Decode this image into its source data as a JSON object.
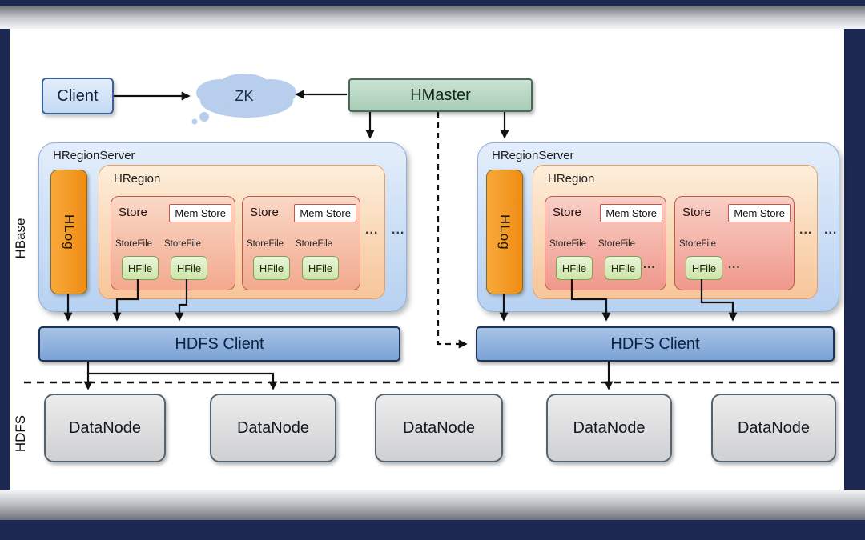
{
  "colors": {
    "frame_navy": "#1c2752",
    "client_fill": "#cfe0f6",
    "hmaster_fill": "#b6d6c2",
    "server_fill": "#c2d7f2",
    "hlog_fill": "#f3961e",
    "hregion_fill": "#f8d2a8",
    "store_fill": "#f5b49c",
    "hfile_fill": "#d9ecbe",
    "hdfs_client_fill": "#84a9d8",
    "datanode_fill": "#d8d8d8",
    "arrow": "#111111"
  },
  "side_labels": {
    "hbase": "HBase",
    "hdfs": "HDFS"
  },
  "top_row": {
    "client": "Client",
    "zk": "ZK",
    "hmaster": "HMaster"
  },
  "servers": [
    {
      "title": "HRegionServer",
      "hlog": "HLog",
      "region": {
        "title": "HRegion",
        "stores": [
          {
            "title": "Store",
            "memstore": "Mem Store",
            "storefiles": [
              {
                "label": "StoreFile",
                "hfile": "HFile"
              },
              {
                "label": "StoreFile",
                "hfile": "HFile"
              }
            ]
          },
          {
            "title": "Store",
            "memstore": "Mem Store",
            "storefiles": [
              {
                "label": "StoreFile",
                "hfile": "HFile"
              },
              {
                "label": "StoreFile",
                "hfile": "HFile"
              }
            ]
          }
        ],
        "ellipsis": "..."
      },
      "ellipsis": "..."
    },
    {
      "title": "HRegionServer",
      "hlog": "HLog",
      "region": {
        "title": "HRegion",
        "stores": [
          {
            "title": "Store",
            "memstore": "Mem Store",
            "storefiles": [
              {
                "label": "StoreFile",
                "hfile": "HFile"
              },
              {
                "label": "StoreFile",
                "hfile": "HFile"
              }
            ],
            "ellipsis": "..."
          },
          {
            "title": "Store",
            "memstore": "Mem Store",
            "storefiles": [
              {
                "label": "StoreFile",
                "hfile": "HFile"
              }
            ],
            "ellipsis": "..."
          }
        ],
        "ellipsis": "..."
      },
      "ellipsis": "..."
    }
  ],
  "hdfs_clients": [
    {
      "label": "HDFS Client"
    },
    {
      "label": "HDFS Client"
    }
  ],
  "datanodes": [
    {
      "label": "DataNode"
    },
    {
      "label": "DataNode"
    },
    {
      "label": "DataNode"
    },
    {
      "label": "DataNode"
    },
    {
      "label": "DataNode"
    }
  ]
}
